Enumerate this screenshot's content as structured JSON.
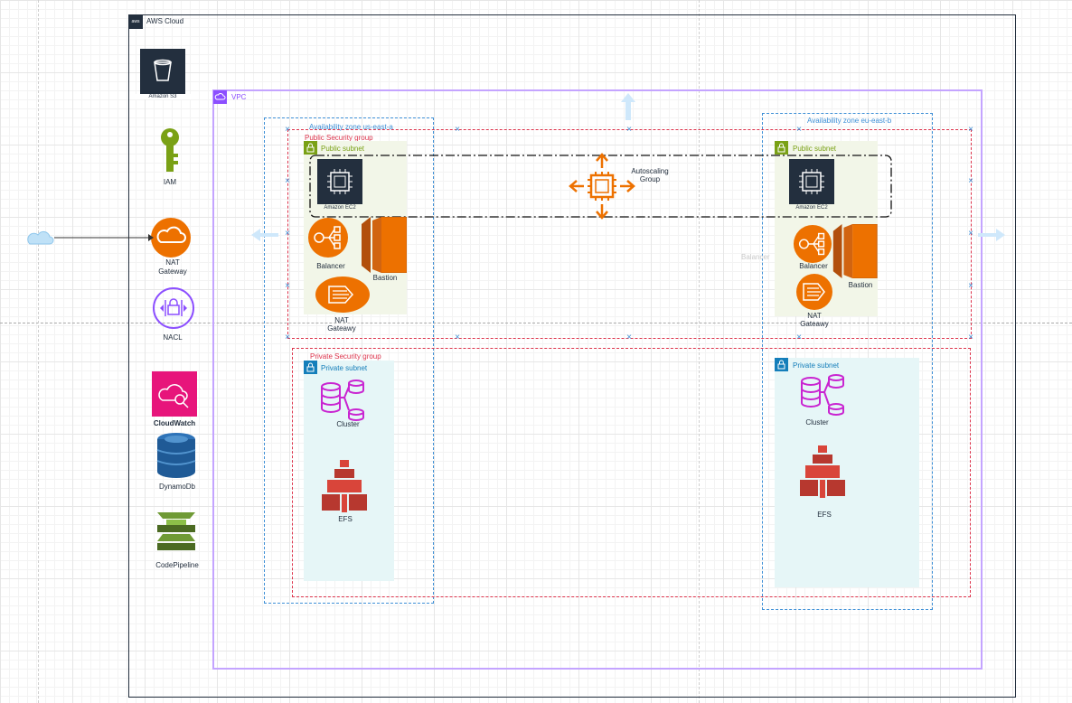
{
  "diagram": {
    "cloud_label": "AWS Cloud",
    "vpc_label": "VPC",
    "services": {
      "s3": "Amazon S3",
      "iam": "IAM",
      "nat": "NAT\nGateway",
      "nacl": "NACL",
      "cloudwatch": "CloudWatch",
      "dynamodb": "DynamoDb",
      "codepipeline": "CodePipeline"
    },
    "zone_a": {
      "label": "Availability zone us-east-a",
      "public_sg": "Public Security group",
      "public_subnet": "Public subnet",
      "ec2": "Amazon EC2",
      "balancer": "Balancer",
      "bastion": "Bastion",
      "nat": "NAT\nGateawy",
      "private_sg": "Private Security group",
      "private_subnet": "Private subnet",
      "cluster": "Cluster",
      "efs": "EFS"
    },
    "zone_b": {
      "label": "Availability zone eu-east-b",
      "public_subnet": "Public subnet",
      "ec2": "Amazon EC2",
      "balancer": "Balancer",
      "bastion": "Bastion",
      "nat": "NAT\nGateawy",
      "private_subnet": "Private subnet",
      "cluster": "Cluster",
      "efs": "EFS"
    },
    "autoscaling": "Autoscaling\nGroup",
    "faint_label": "Balancer",
    "colors": {
      "vpc": "#8c4fff",
      "zone": "#3d8fd6",
      "security_group": "#dd344c",
      "public_subnet_bg": "#f2f6e8",
      "public_subnet_tag": "#7aa116",
      "private_subnet_bg": "#e6f6f7",
      "private_subnet_tag": "#147eba",
      "orange": "#ed7100",
      "magenta": "#c925d1",
      "cloudwatch": "#e7157b",
      "s3_bg": "#232f3e",
      "iam": "#7aa116",
      "dynamo": "#2e73b8",
      "codepipeline": "#6f9a35",
      "efs": "#d9453a"
    }
  }
}
